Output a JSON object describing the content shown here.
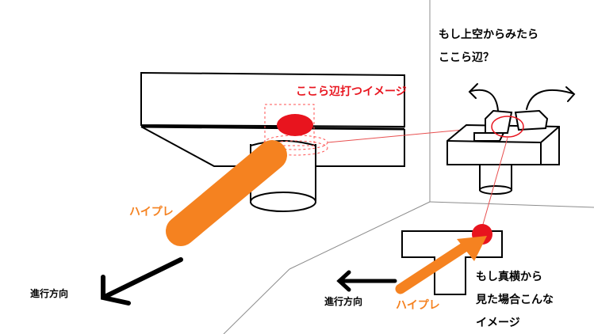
{
  "labels": {
    "top_view_q1": "もし上空からみたら",
    "top_view_q2": "ここら辺？",
    "red_note": "ここら辺打つイメージ",
    "hipre_main": "ハイプレ",
    "hipre_side": "ハイプレ",
    "direction_main": "進行方向",
    "direction_side": "進行方向",
    "side_view_1": "もし真横から",
    "side_view_2": "見た場合こんな",
    "side_view_3": "イメージ"
  },
  "colors": {
    "ink": "#000000",
    "orange": "#f58220",
    "red": "#e8141e",
    "guide": "#ff5050",
    "grey": "#8c8c8c"
  }
}
